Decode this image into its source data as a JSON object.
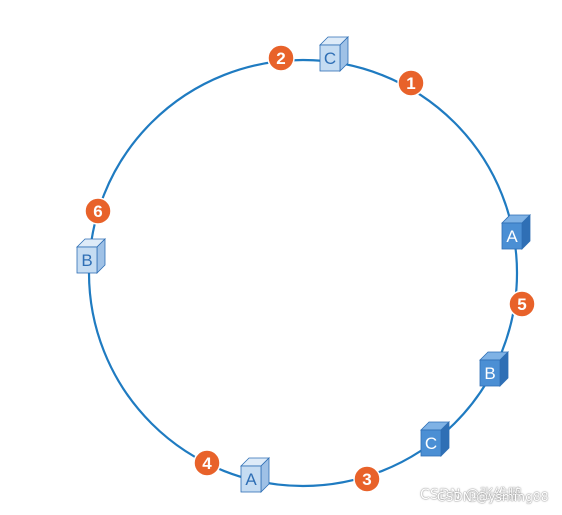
{
  "ring": {
    "color": "#1f7bc1",
    "nodes": [
      {
        "name": "node-c-top",
        "label": "C",
        "shade": "light"
      },
      {
        "name": "node-a-right",
        "label": "A",
        "shade": "dark"
      },
      {
        "name": "node-b-right",
        "label": "B",
        "shade": "dark"
      },
      {
        "name": "node-c-bottom-right",
        "label": "C",
        "shade": "dark"
      },
      {
        "name": "node-a-bottom",
        "label": "A",
        "shade": "light"
      },
      {
        "name": "node-b-left",
        "label": "B",
        "shade": "light"
      }
    ],
    "markers": [
      {
        "name": "marker-1",
        "label": "1"
      },
      {
        "name": "marker-2",
        "label": "2"
      },
      {
        "name": "marker-3",
        "label": "3"
      },
      {
        "name": "marker-4",
        "label": "4"
      },
      {
        "name": "marker-5",
        "label": "5"
      },
      {
        "name": "marker-6",
        "label": "6"
      }
    ],
    "marker_color": "#e8622a",
    "light_box": {
      "front": "#c5dcf2",
      "side": "#9fc1e6",
      "top": "#deebf8",
      "text": "#2f6fb5"
    },
    "dark_box": {
      "front": "#4b8fd4",
      "side": "#2f6fb5",
      "top": "#7fb2e5",
      "text": "#ffffff"
    }
  },
  "watermark": "CSDN @张维鹏",
  "watermark_overlay": "CSDN @ysming88"
}
